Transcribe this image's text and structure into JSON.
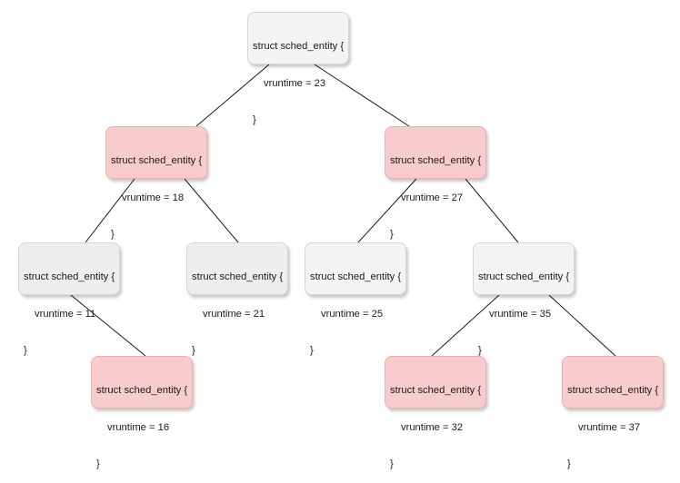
{
  "struct_header": "struct sched_entity {",
  "closing_brace": "}",
  "nodes": {
    "root": {
      "field": "vruntime = 23",
      "color": "#f4f4f4"
    },
    "n18": {
      "field": "vruntime = 18",
      "color": "#f8cccc"
    },
    "n27": {
      "field": "vruntime = 27",
      "color": "#f8cccc"
    },
    "n11": {
      "field": "vruntime = 11",
      "color": "#eeeeee"
    },
    "n21": {
      "field": "vruntime = 21",
      "color": "#eeeeee"
    },
    "n25": {
      "field": "vruntime = 25",
      "color": "#f4f4f4"
    },
    "n35": {
      "field": "vruntime = 35",
      "color": "#f4f4f4"
    },
    "n16": {
      "field": "vruntime = 16",
      "color": "#f8cccc"
    },
    "n32": {
      "field": "vruntime = 32",
      "color": "#f8cccc"
    },
    "n37": {
      "field": "vruntime = 37",
      "color": "#f8cccc"
    }
  },
  "edges": [
    [
      "root",
      "n18"
    ],
    [
      "root",
      "n27"
    ],
    [
      "n18",
      "n11"
    ],
    [
      "n18",
      "n21"
    ],
    [
      "n27",
      "n25"
    ],
    [
      "n27",
      "n35"
    ],
    [
      "n11",
      "n16"
    ],
    [
      "n35",
      "n32"
    ],
    [
      "n35",
      "n37"
    ]
  ]
}
